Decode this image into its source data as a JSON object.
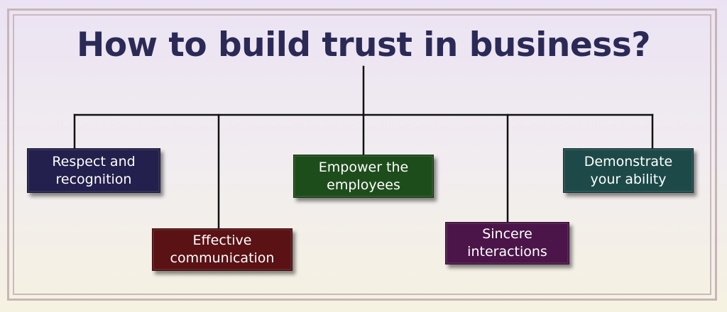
{
  "title": "How to build trust in business?",
  "nodes": [
    {
      "id": "respect",
      "line1": "Respect and",
      "line2": "recognition",
      "color": "#23204d"
    },
    {
      "id": "communication",
      "line1": "Effective",
      "line2": "communication",
      "color": "#5a1215"
    },
    {
      "id": "empower",
      "line1": "Empower the",
      "line2": "employees",
      "color": "#1e4d1c"
    },
    {
      "id": "sincere",
      "line1": "Sincere",
      "line2": "interactions",
      "color": "#4b1549"
    },
    {
      "id": "demonstrate",
      "line1": "Demonstrate",
      "line2": "your ability",
      "color": "#1d4a48"
    }
  ],
  "colors": {
    "title": "#2b2a57",
    "connector": "#111111",
    "frame": "#c7b6b8"
  }
}
